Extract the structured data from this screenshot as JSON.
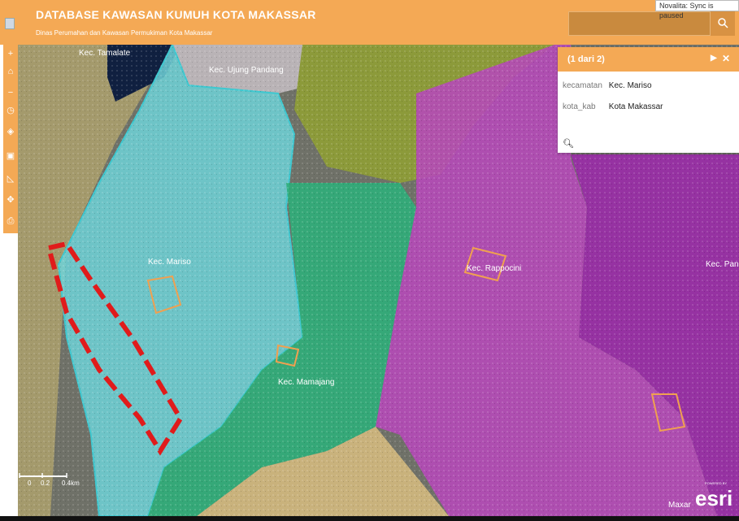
{
  "header": {
    "title": "DATABASE KAWASAN KUMUH KOTA MAKASSAR",
    "subtitle": "Dinas Perumahan dan Kawasan Permukiman Kota Makassar",
    "search_placeholder": ""
  },
  "notification": "Novalita: Sync is paused",
  "toolbar": [
    "plus-icon",
    "home-icon",
    "minus-icon",
    "clock-icon",
    "layers-icon",
    "image-icon",
    "measure-icon",
    "locate-icon",
    "print-icon"
  ],
  "popup": {
    "count": "(1 dari 2)",
    "rows": [
      {
        "key": "kecamatan",
        "value": "Kec. Mariso"
      },
      {
        "key": "kota_kab",
        "value": "Kota Makassar"
      }
    ]
  },
  "map_labels": {
    "tamalate": "Kec. Tamalate",
    "ujung_pandang": "Kec. Ujung Pandang",
    "mariso": "Kec. Mariso",
    "rappocini": "Kec. Rappocini",
    "mamajang": "Kec. Mamajang",
    "panakkukang": "Kec. Pan"
  },
  "scale": {
    "ticks": [
      "0",
      "0.2",
      "0.4km"
    ]
  },
  "attribution": {
    "powered_by": "POWERED BY",
    "esri": "esri",
    "maxar": "Maxar"
  },
  "colors": {
    "header": "#f4a955",
    "mariso": "#6fd2d8",
    "mamajang": "#2fae7a",
    "rappocini": "#b54ab8",
    "panakkukang": "#9a2ba8",
    "ujung_pandang": "#8aa33b",
    "highlight": "#e01b1b"
  }
}
